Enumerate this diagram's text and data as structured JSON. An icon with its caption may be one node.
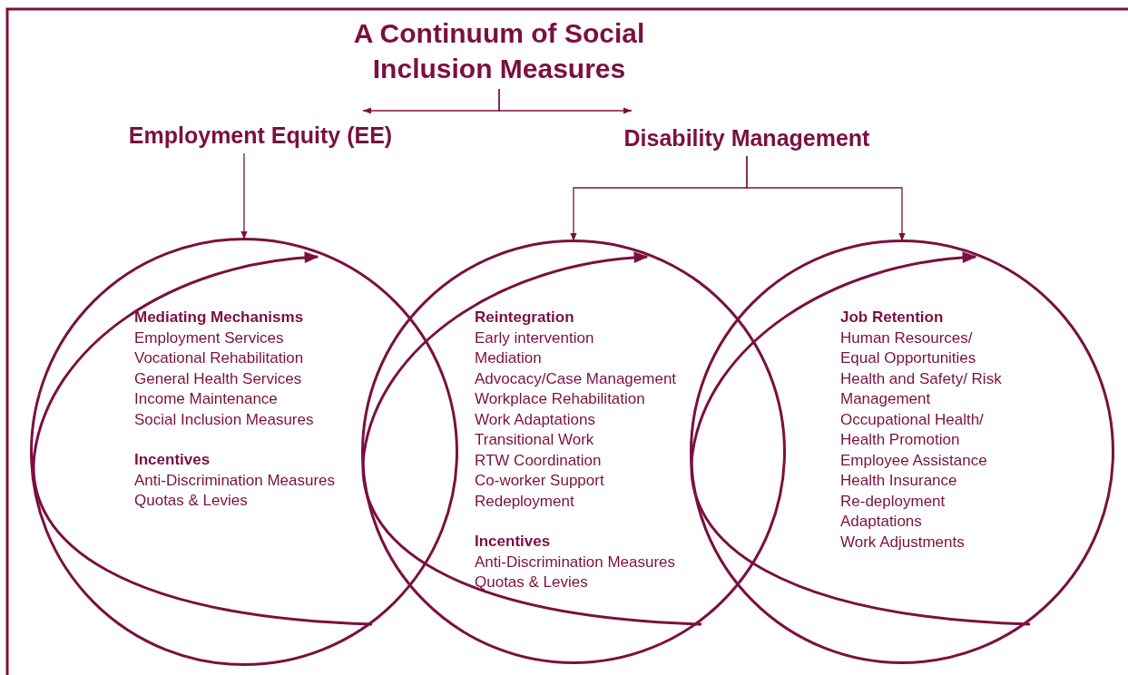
{
  "diagram": {
    "nodes": [
      {
        "text": [
          "A Continuum of Social Inclusion Measures"
        ]
      },
      {
        "text": [
          "Employment Equity (EE)"
        ]
      },
      {
        "text": [
          "Disability Management"
        ]
      },
      {
        "text": [
          "Mediating Mechanisms",
          "Employment Services",
          "Vocational Rehabilitation",
          "General Health Services",
          "Income Maintenance",
          "Social Inclusion Measures",
          "Incentives",
          "Anti-Discrimination Measures",
          "Quotas & Levies"
        ]
      },
      {
        "text": [
          "Reintegration",
          "Early intervention",
          "Mediation",
          "Advocacy/Case Management",
          "Workplace Rehabilitation",
          "Work Adaptations",
          "Transitional Work",
          "RTW Coordination",
          "Co-worker Support",
          "Redeployment",
          "Incentives",
          "Anti-Discrimination Measures",
          "Quotas & Levies"
        ]
      },
      {
        "text": [
          "Job Retention",
          "Human Resources/ Equal Opportunities",
          "Health and Safety/ Risk Management",
          "Occupational Health/ Health Promotion",
          "Employee Assistance",
          "Health Insurance",
          "Re-deployment",
          "Adaptations",
          "Work Adjustments"
        ]
      }
    ],
    "edges": [
      {
        "from": 0,
        "to": 1,
        "arrow": "to"
      },
      {
        "from": 0,
        "to": 2,
        "arrow": "to"
      },
      {
        "from": 1,
        "to": 3,
        "arrow": "to"
      },
      {
        "from": 2,
        "to": 4,
        "arrow": "to"
      },
      {
        "from": 2,
        "to": 5,
        "arrow": "to"
      }
    ]
  }
}
